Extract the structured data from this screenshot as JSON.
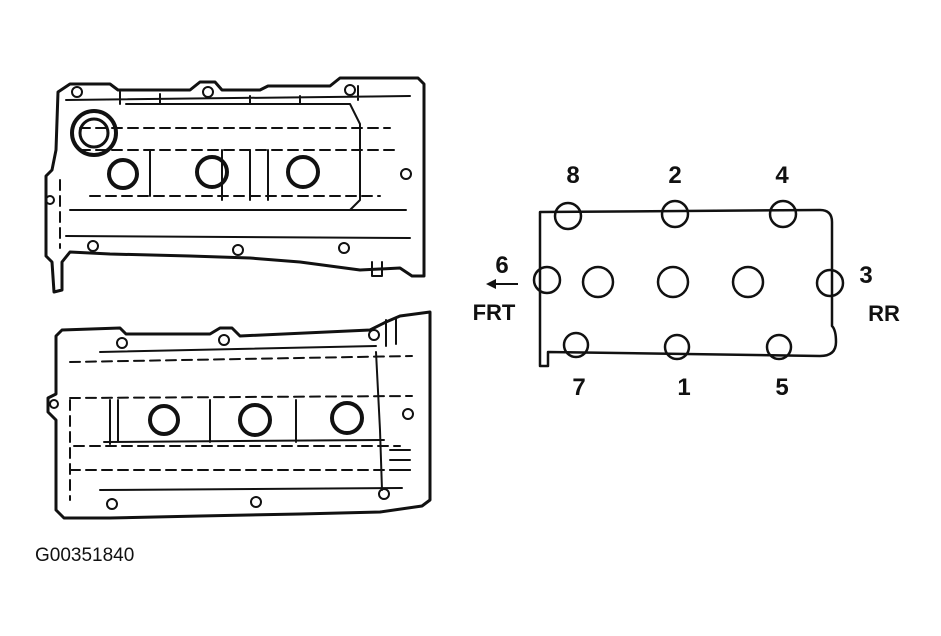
{
  "figure_id": "G00351840",
  "diagram": {
    "bolt_numbers": {
      "top_left": "8",
      "top_middle": "2",
      "top_right": "4",
      "left_end": "6",
      "right_end": "3",
      "bottom_left": "7",
      "bottom_middle": "1",
      "bottom_right": "5"
    },
    "front_label": "FRT",
    "rear_label": "RR"
  }
}
